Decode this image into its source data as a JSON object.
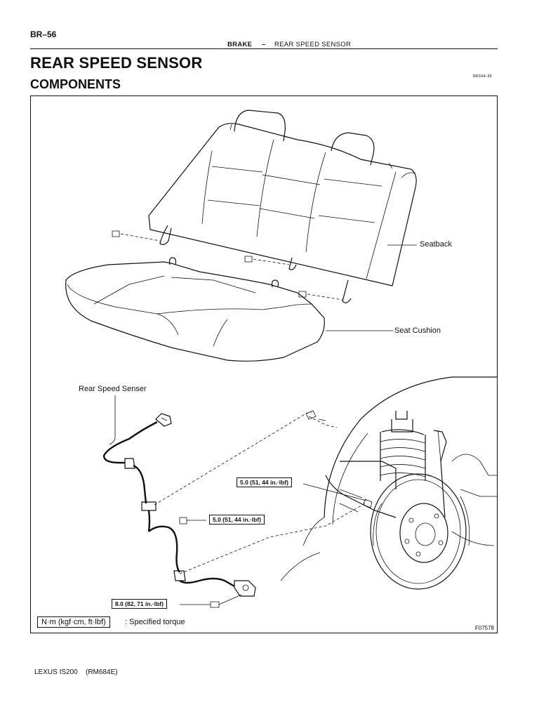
{
  "header": {
    "page_number": "BR–56",
    "section": "BRAKE",
    "dash": "–",
    "subsection": "REAR SPEED SENSOR"
  },
  "title": "REAR SPEED SENSOR",
  "subtitle": "COMPONENTS",
  "ref_code": "BR3X4–35",
  "figure": {
    "labels": {
      "seatback": "Seatback",
      "seat_cushion": "Seat Cushion",
      "rear_speed_sensor": "Rear Speed Senser"
    },
    "torques": {
      "upper": "5.0 (51, 44 in.·lbf)",
      "middle": "5.0 (51, 44 in.·lbf)",
      "lower": "8.0 (82, 71 in.·lbf)"
    },
    "legend": {
      "units": "N·m (kgf·cm, ft·lbf)",
      "text": ": Specified torque"
    },
    "figure_code": "F07578"
  },
  "footer": {
    "model": "LEXUS IS200",
    "manual_code": "(RM684E)"
  }
}
